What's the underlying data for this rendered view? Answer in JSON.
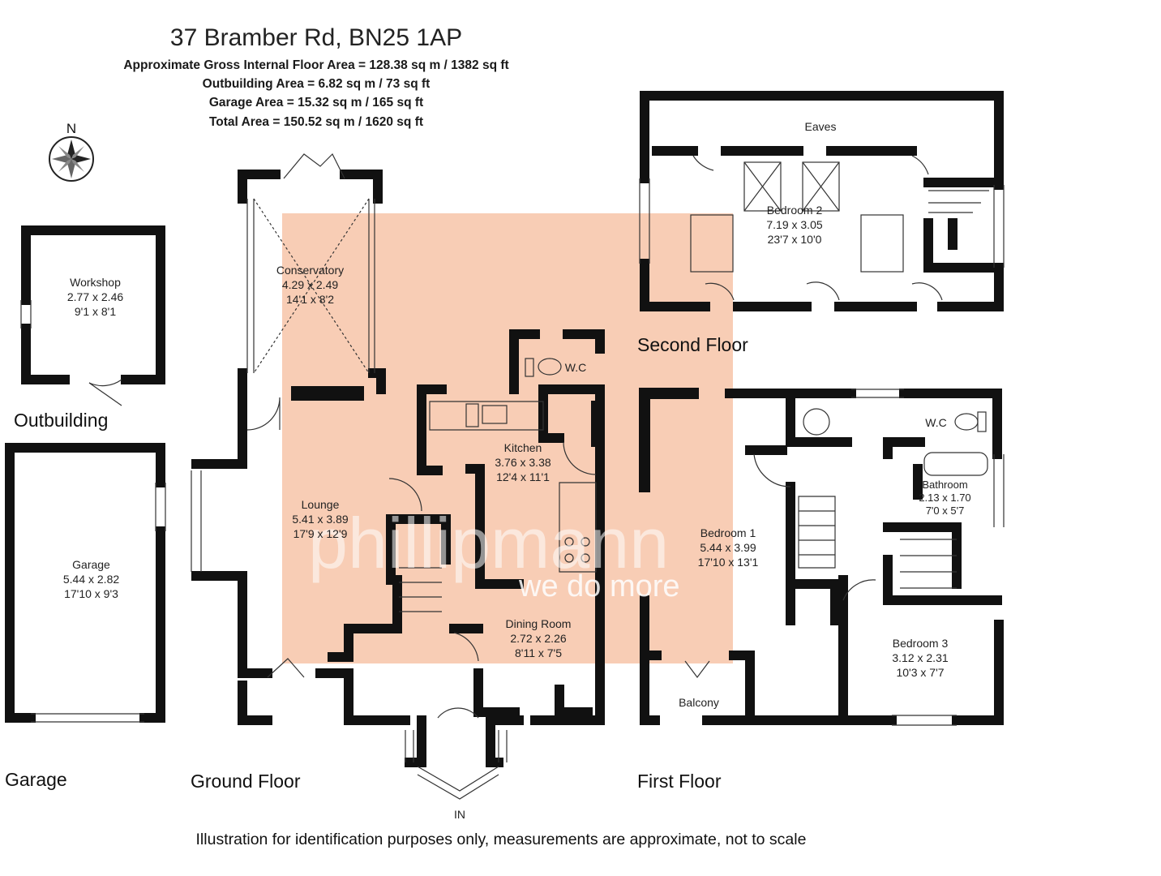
{
  "header": {
    "title": "37 Bramber Rd, BN25 1AP",
    "lines": [
      "Approximate Gross Internal Floor Area = 128.38 sq m / 1382 sq ft",
      "Outbuilding Area = 6.82 sq m / 73 sq ft",
      "Garage Area = 15.32 sq m / 165 sq ft",
      "Total Area = 150.52 sq m / 1620 sq ft"
    ]
  },
  "compass": {
    "label": "N"
  },
  "floors": {
    "outbuilding": "Outbuilding",
    "garage": "Garage",
    "ground": "Ground Floor",
    "first": "First Floor",
    "second": "Second Floor"
  },
  "rooms": {
    "workshop": {
      "name": "Workshop",
      "metric": "2.77 x 2.46",
      "imperial": "9'1 x 8'1"
    },
    "garage": {
      "name": "Garage",
      "metric": "5.44 x 2.82",
      "imperial": "17'10 x 9'3"
    },
    "conservatory": {
      "name": "Conservatory",
      "metric": "4.29 x 2.49",
      "imperial": "14'1 x 8'2"
    },
    "lounge": {
      "name": "Lounge",
      "metric": "5.41 x 3.89",
      "imperial": "17'9 x 12'9"
    },
    "kitchen": {
      "name": "Kitchen",
      "metric": "3.76 x 3.38",
      "imperial": "12'4 x 11'1"
    },
    "wc_ground": {
      "name": "W.C"
    },
    "dining": {
      "name": "Dining Room",
      "metric": "2.72 x 2.26",
      "imperial": "8'11 x 7'5"
    },
    "bedroom1": {
      "name": "Bedroom 1",
      "metric": "5.44 x 3.99",
      "imperial": "17'10 x 13'1"
    },
    "wc_first": {
      "name": "W.C"
    },
    "bathroom": {
      "name": "Bathroom",
      "metric": "2.13 x 1.70",
      "imperial": "7'0 x 5'7"
    },
    "bedroom3": {
      "name": "Bedroom 3",
      "metric": "3.12 x 2.31",
      "imperial": "10'3 x 7'7"
    },
    "balcony": {
      "name": "Balcony"
    },
    "bedroom2": {
      "name": "Bedroom 2",
      "metric": "7.19 x 3.05",
      "imperial": "23'7 x 10'0"
    },
    "eaves": {
      "name": "Eaves"
    }
  },
  "entrance": "IN",
  "watermark": {
    "brand": "phillipmann",
    "tagline": "we do more"
  },
  "disclaimer": "Illustration for identification purposes only, measurements are approximate, not to scale",
  "colors": {
    "wall": "#111111",
    "overlay": "#f7c4a8",
    "watermark": "#ffffff"
  }
}
